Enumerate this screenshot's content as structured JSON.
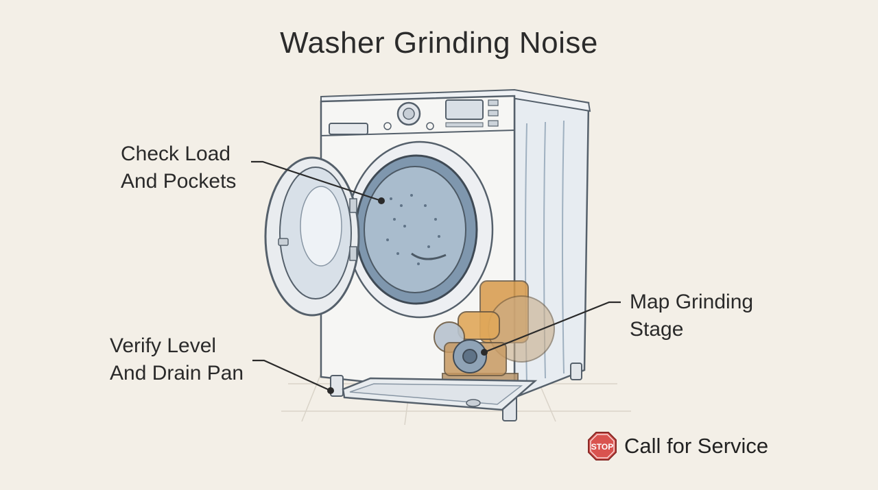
{
  "title": "Washer Grinding Noise",
  "callouts": {
    "load": {
      "line1": "Check Load",
      "line2": "And Pockets"
    },
    "level": {
      "line1": "Verify Level",
      "line2": "And Drain Pan"
    },
    "stage": {
      "line1": "Map Grinding",
      "line2": "Stage"
    }
  },
  "stop": {
    "sign_text": "STOP",
    "label": "Call for Service"
  },
  "icons": {
    "stop": "stop-sign-icon"
  },
  "colors": {
    "background": "#f3efe7",
    "outline": "#55606b",
    "drum_blue": "#8fa8bf",
    "motor_orange": "#d89a4a",
    "stop_red": "#d9534f"
  }
}
